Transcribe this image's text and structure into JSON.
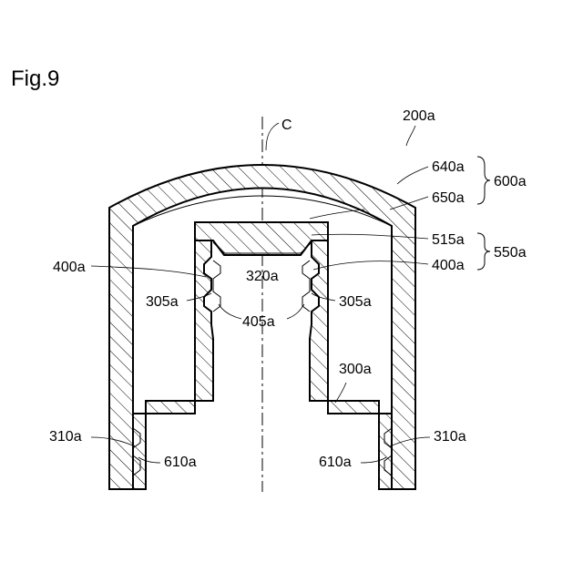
{
  "figure": {
    "title": "Fig.9",
    "labels": {
      "c": "C",
      "l200a": "200a",
      "l640a": "640a",
      "l650a": "650a",
      "l600a": "600a",
      "l515a": "515a",
      "l550a": "550a",
      "l320a": "320a",
      "l400a_left": "400a",
      "l400a_right": "400a",
      "l305a_left": "305a",
      "l305a_right": "305a",
      "l405a_left": "405a",
      "l405a_right": "405a",
      "l300a": "300a",
      "l310a_left": "310a",
      "l310a_right": "310a",
      "l610a_left": "610a",
      "l610a_right": "610a"
    }
  }
}
